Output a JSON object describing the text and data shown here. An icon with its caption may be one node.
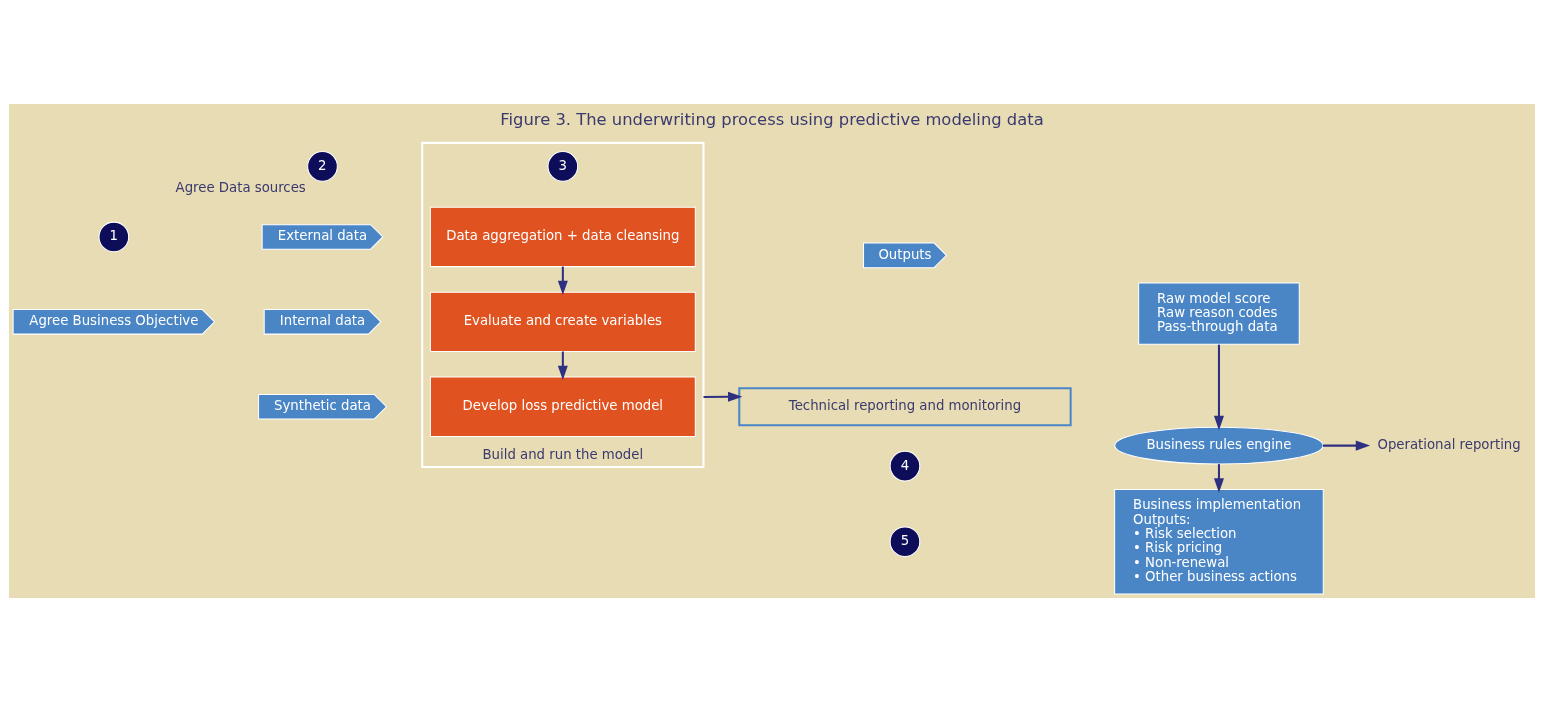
{
  "diagram": {
    "title": "Figure 3. The underwriting process using predictive modeling data",
    "nodes": [
      {
        "text": [
          "2"
        ],
        "beside": [
          "Agree Data sources"
        ]
      },
      {
        "text": [
          "Build and run the model"
        ]
      },
      {
        "text": [
          "3"
        ],
        "in": 1
      },
      {
        "text": [
          "Outputs"
        ]
      },
      {
        "text": [
          "Raw model score",
          "Raw reason codes",
          "Pass-through data"
        ]
      },
      {
        "text": [
          "External data"
        ]
      },
      {
        "text": [
          "Data aggregation + data cleansing"
        ],
        "in": 1
      },
      {
        "text": [
          "1"
        ]
      },
      {
        "text": [
          "Business rules engine"
        ]
      },
      {
        "text": [
          "4"
        ]
      },
      {
        "text": [
          "Operational reporting"
        ]
      },
      {
        "text": [
          "Agree Business Objective"
        ]
      },
      {
        "text": [
          "Internal data"
        ]
      },
      {
        "text": [
          "Evaluate and create variables"
        ],
        "in": 1
      },
      {
        "text": [
          "Synthetic data"
        ]
      },
      {
        "text": [
          "Develop loss predictive model"
        ],
        "in": 1
      },
      {
        "text": [
          "5"
        ]
      },
      {
        "text": [
          "Business implementation",
          "Outputs:",
          "• Risk selection",
          "• Risk pricing",
          "• Non-renewal",
          "• Other business actions"
        ]
      },
      {
        "text": [
          "Technical reporting and monitoring"
        ]
      }
    ],
    "edges": [
      {
        "from": 6,
        "to": 13,
        "arrow": "to"
      },
      {
        "from": 13,
        "to": 15,
        "arrow": "to"
      },
      {
        "from": 1,
        "to": 18,
        "arrow": "to"
      },
      {
        "from": 4,
        "to": 8,
        "arrow": "to"
      },
      {
        "from": 8,
        "to": 10,
        "arrow": "to"
      },
      {
        "from": 8,
        "to": 17,
        "arrow": "to"
      }
    ]
  }
}
